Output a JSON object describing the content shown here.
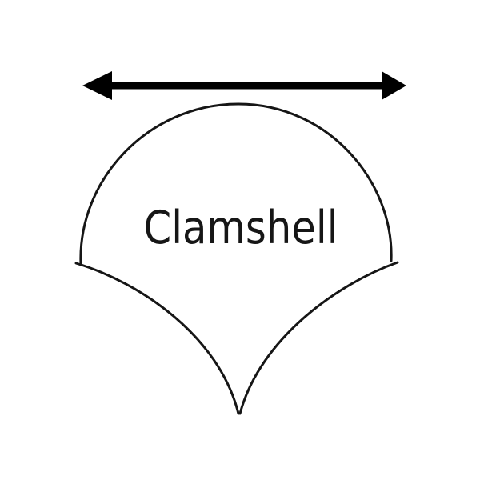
{
  "page": {
    "background": "#ffffff"
  },
  "diagram": {
    "title_label": "Clamshell",
    "ink_color": "#161616",
    "arrow_color": "#000000",
    "shape": "clamshell-scallop",
    "arrow_meaning": "width-span-indicator"
  }
}
